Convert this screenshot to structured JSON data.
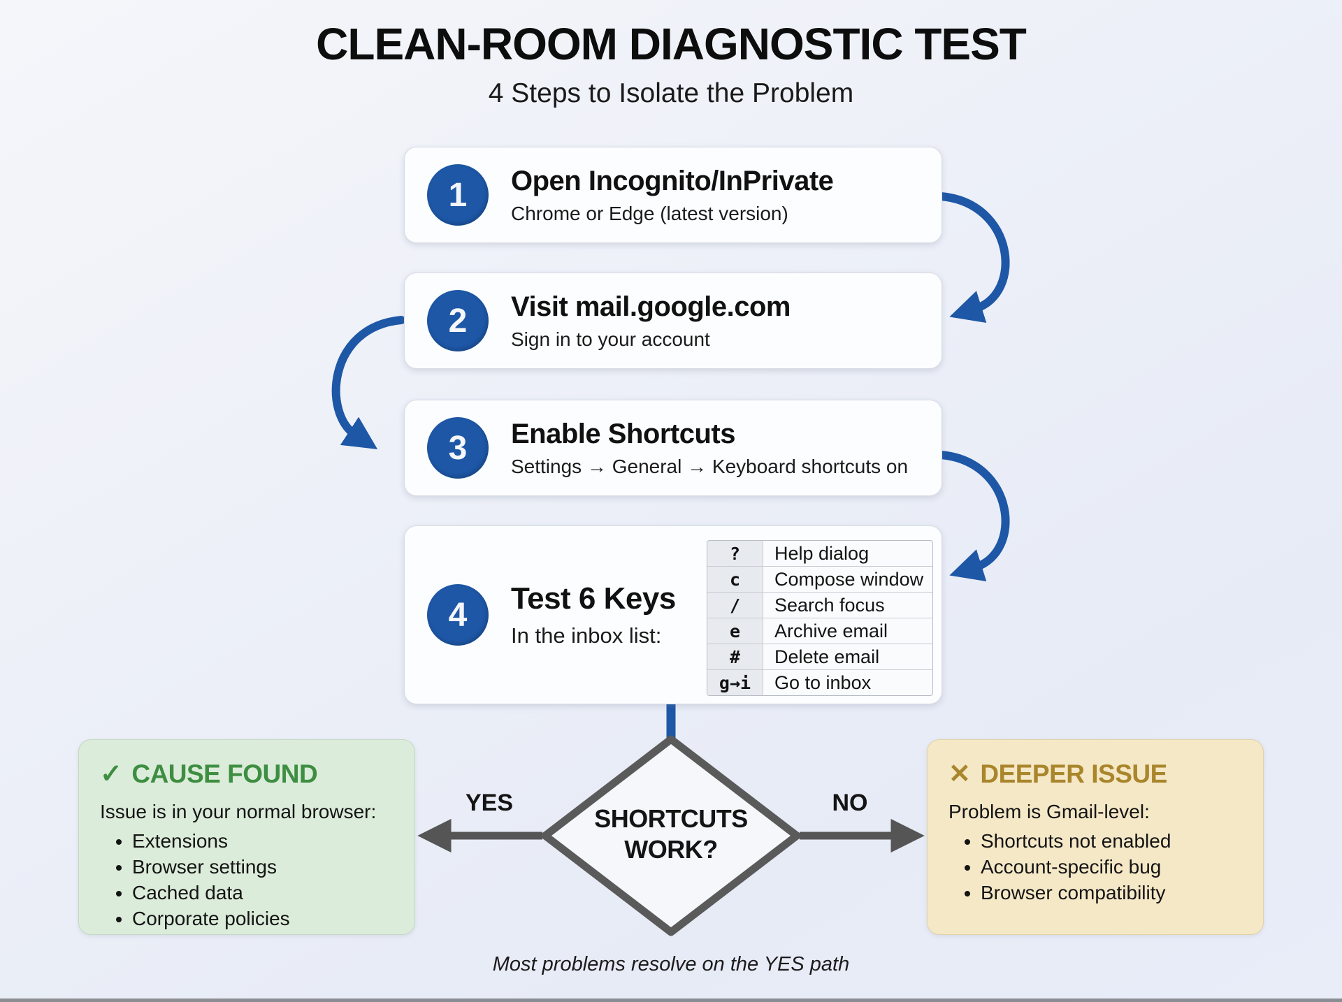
{
  "title": "CLEAN-ROOM DIAGNOSTIC TEST",
  "subtitle": "4 Steps to Isolate the Problem",
  "steps": [
    {
      "number": "1",
      "title": "Open Incognito/InPrivate",
      "subtitle": "Chrome or Edge (latest version)"
    },
    {
      "number": "2",
      "title": "Visit mail.google.com",
      "subtitle": "Sign in to your account"
    },
    {
      "number": "3",
      "title": "Enable Shortcuts",
      "subtitle": "Settings → General → Keyboard shortcuts on"
    },
    {
      "number": "4",
      "title": "Test 6 Keys",
      "subtitle": "In the inbox list:",
      "shortcuts": [
        {
          "key": "?",
          "action": "Help dialog"
        },
        {
          "key": "c",
          "action": "Compose window"
        },
        {
          "key": "/",
          "action": "Search focus"
        },
        {
          "key": "e",
          "action": "Archive email"
        },
        {
          "key": "#",
          "action": "Delete email"
        },
        {
          "key": "g→i",
          "action": "Go to inbox"
        }
      ]
    }
  ],
  "decision": {
    "label": "SHORTCUTS WORK?",
    "yes_label": "YES",
    "no_label": "NO"
  },
  "outcomes": {
    "yes": {
      "icon": "✓",
      "title": "CAUSE FOUND",
      "intro": "Issue is in your normal browser:",
      "bullets": [
        "Extensions",
        "Browser settings",
        "Cached data",
        "Corporate policies"
      ]
    },
    "no": {
      "icon": "✕",
      "title": "DEEPER ISSUE",
      "intro": "Problem is Gmail-level:",
      "bullets": [
        "Shortcuts not enabled",
        "Account-specific bug",
        "Browser compatibility"
      ]
    }
  },
  "footnote": "Most problems resolve on the YES path",
  "colors": {
    "step_blue": "#1d57a6",
    "diamond_gray": "#5a5a5a",
    "branch_arrow_gray": "#555555",
    "cause_found_green": "#3e8e41",
    "cause_found_bg": "#dcecda",
    "deeper_issue_gold": "#a9852b",
    "deeper_issue_bg": "#f5e8c7"
  }
}
